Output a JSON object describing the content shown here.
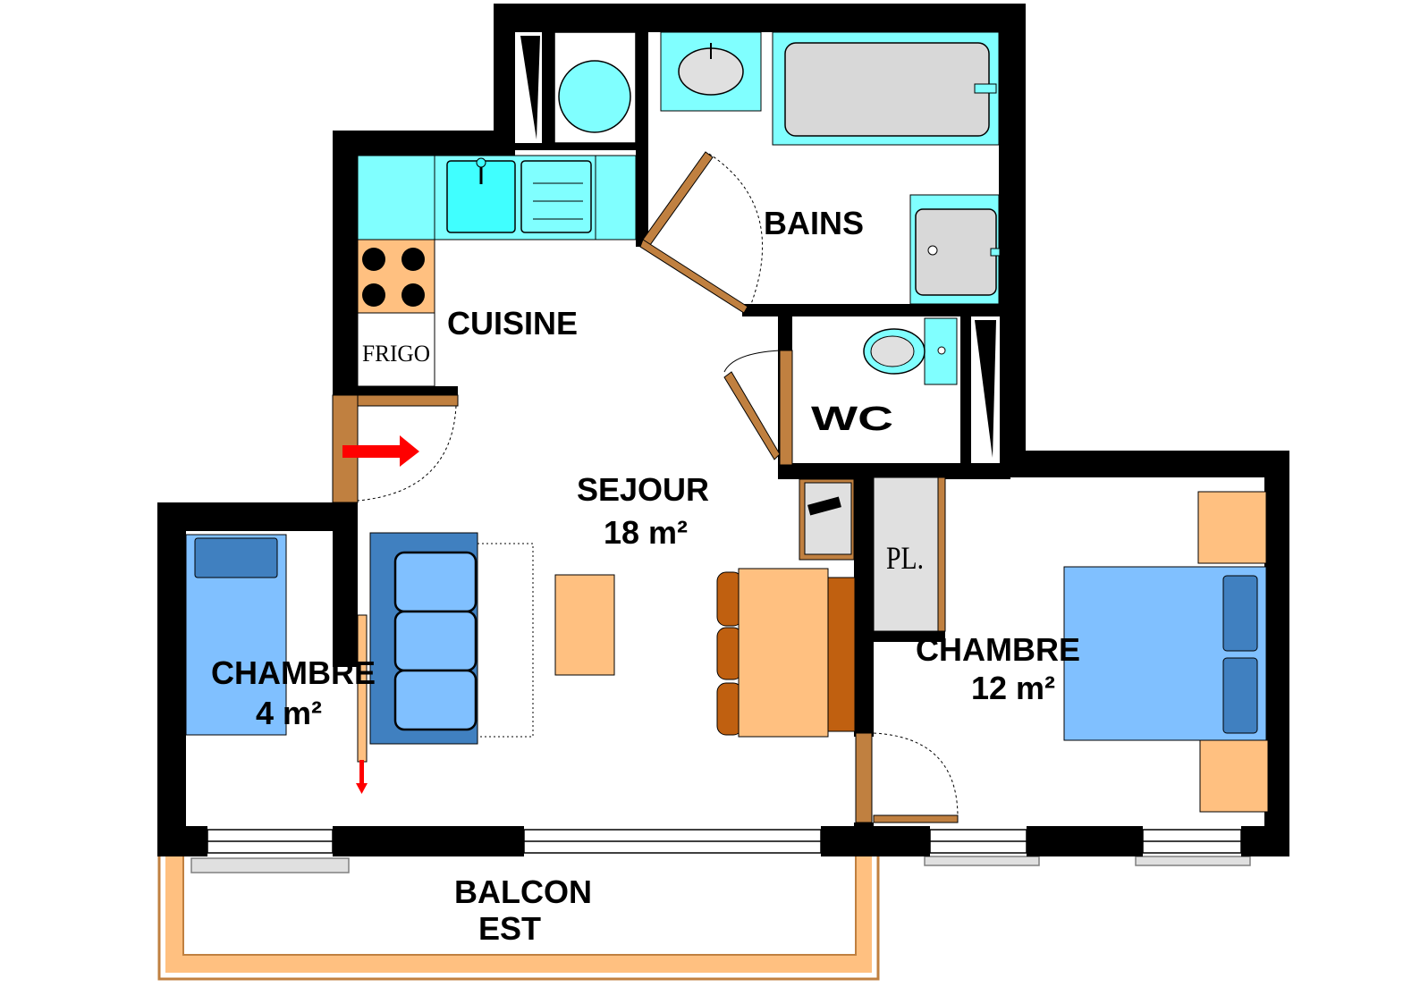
{
  "rooms": {
    "bains": "BAINS",
    "cuisine": "CUISINE",
    "frigo": "FRIGO",
    "wc": "WC",
    "sejour_name": "SEJOUR",
    "sejour_area": "18 m²",
    "placard": "PL.",
    "chambre_small_name": "CHAMBRE",
    "chambre_small_area": "4 m²",
    "chambre_large_name": "CHAMBRE",
    "chambre_large_area": "12 m²",
    "balcon_line1": "BALCON",
    "balcon_line2": "EST"
  },
  "colors": {
    "wall": "#000000",
    "fixture_cyan": "#80ffff",
    "bed_blue": "#80c0ff",
    "sofa_blue": "#4080c0",
    "furniture_orange": "#ffc080",
    "door_brown": "#c08040",
    "chair_brown": "#c06010",
    "entry_arrow": "#ff0000",
    "balcony_frame": "#ffc080"
  },
  "icons": [
    "entry-arrow-icon",
    "stove-icon",
    "sink-icon",
    "bathtub-icon",
    "shower-icon",
    "toilet-icon",
    "washing-machine-icon",
    "bed-icon",
    "sofa-icon",
    "dining-table-icon"
  ]
}
